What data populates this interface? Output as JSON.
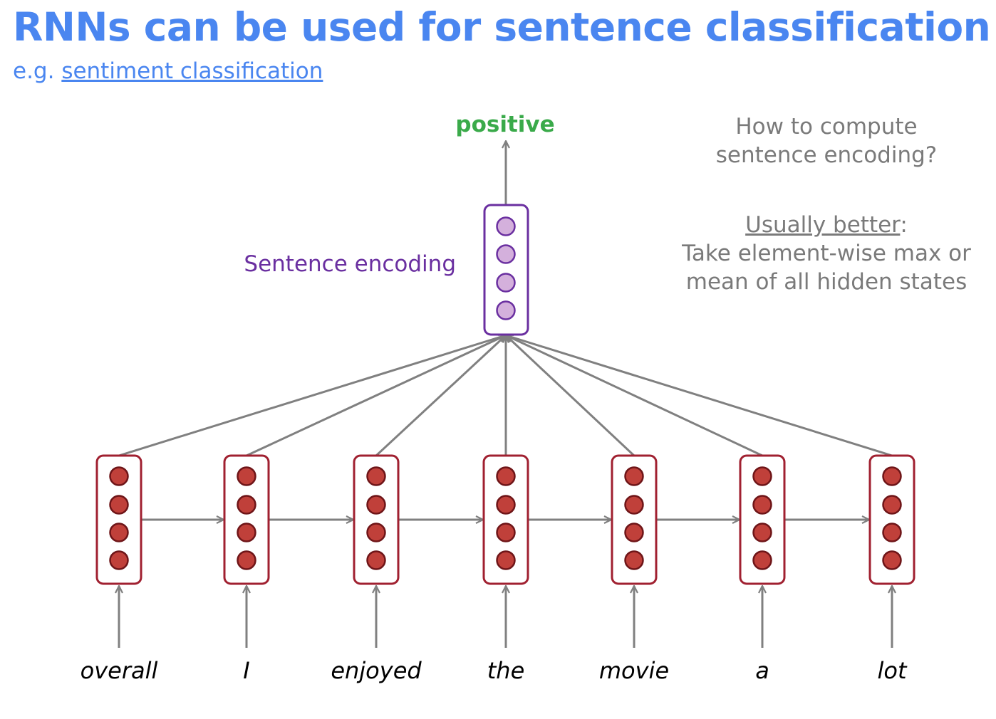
{
  "title": "RNNs can be used for sentence classification",
  "subtitle": {
    "prefix": "e.g. ",
    "link": "sentiment classification"
  },
  "output_label": "positive",
  "encoding_label": "Sentence encoding",
  "notes": {
    "question_line1": "How to compute",
    "question_line2": "sentence encoding?",
    "better_label": "Usually better",
    "better_colon": ":",
    "answer_line1": "Take element-wise max or",
    "answer_line2": "mean of all hidden states"
  },
  "words": [
    "overall",
    "I",
    "enjoyed",
    "the",
    "movie",
    "a",
    "lot"
  ],
  "colors": {
    "title": "#4a86f0",
    "output": "#3aaa4a",
    "encoding": "#6a2fa0",
    "encoding_fill": "#d4b0dc",
    "hidden_border": "#a02030",
    "hidden_fill": "#c0403a",
    "arrow": "#808080"
  }
}
